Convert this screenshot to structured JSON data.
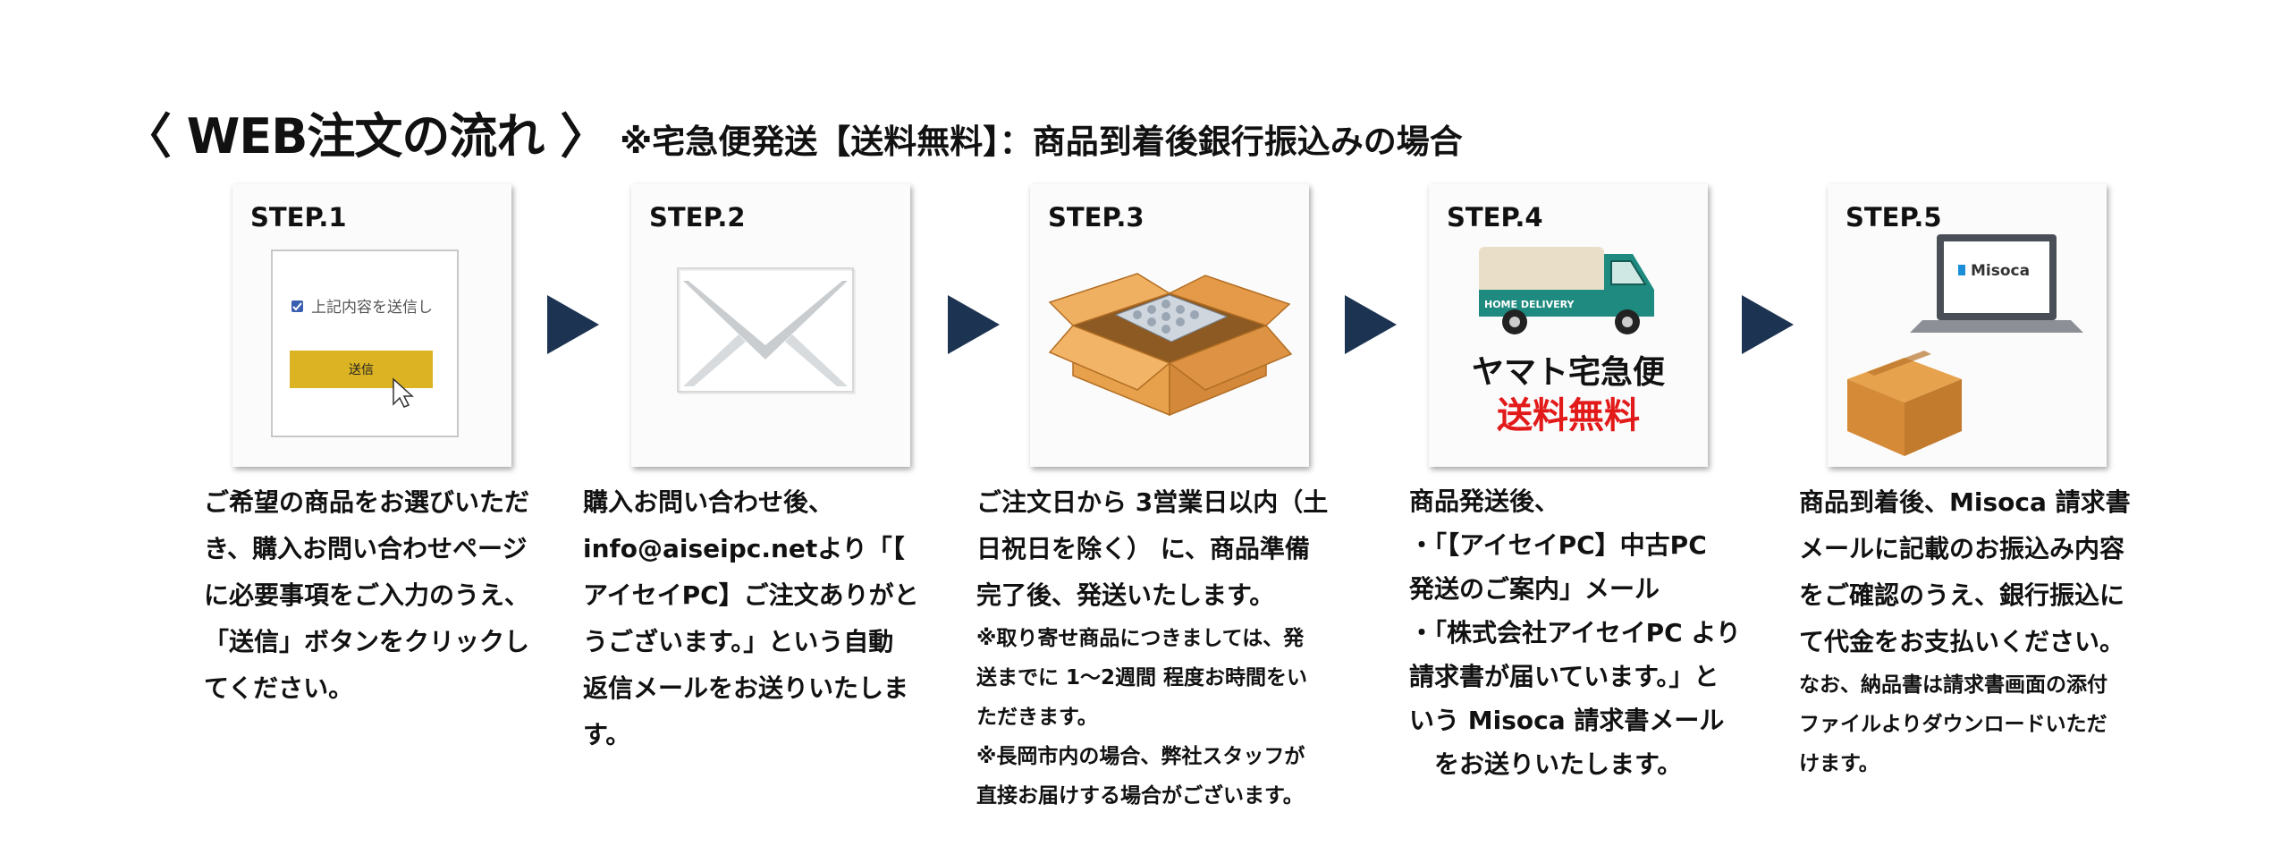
{
  "title": {
    "main": "〈 WEB注文の流れ 〉",
    "sub": "※宅急便発送【送料無料】：商品到着後銀行振込みの場合"
  },
  "colors": {
    "arrow": "#1c3352",
    "accent_red": "#e21a1a",
    "gold": "#dcb322",
    "teal": "#1f8a7f"
  },
  "steps": [
    {
      "label": "STEP.1",
      "illus_icon": "form-submit-icon",
      "illus": {
        "checkbox_text": "上記内容を送信し",
        "button_text": "送信"
      },
      "desc": [
        "ご希望の商品をお選びいただ",
        "き、購入お問い合わせページ",
        "に必要事項をご入力のうえ、",
        "「送信」ボタンをクリックし",
        "てください。"
      ]
    },
    {
      "label": "STEP.2",
      "illus_icon": "envelope-icon",
      "desc": [
        "購入お問い合わせ後、",
        "info@aiseipc.netより「【",
        "アイセイPC】ご注文ありがと",
        "うございます。」という自動",
        "返信メールをお送りいたしま",
        "す。"
      ]
    },
    {
      "label": "STEP.3",
      "illus_icon": "open-box-icon",
      "desc": [
        "ご注文日から 3営業日以内（土",
        "日祝日を除く） に、商品準備",
        "完了後、発送いたします。"
      ],
      "notes": [
        "※取り寄せ商品につきましては、発",
        "送までに 1〜2週間 程度お時間をい",
        "ただきます。",
        "※長岡市内の場合、弊社スタッフが",
        "直接お届けする場合がございます。"
      ]
    },
    {
      "label": "STEP.4",
      "illus_icon": "delivery-truck-icon",
      "illus": {
        "truck_text": "HOME DELIVERY",
        "line1": "ヤマト宅急便",
        "line2": "送料無料"
      },
      "desc": [
        "商品発送後、",
        "・「【アイセイPC】中古PC",
        "発送のご案内」メール",
        "・「株式会社アイセイPC より",
        "請求書が届いています。」と",
        "いう Misoca 請求書メール",
        "　をお送りいたします。"
      ]
    },
    {
      "label": "STEP.5",
      "illus_icon": "laptop-box-icon",
      "illus": {
        "screen_text": "Misoca"
      },
      "desc": [
        "商品到着後、Misoca 請求書",
        "メールに記載のお振込み内容",
        "をご確認のうえ、銀行振込に",
        "て代金をお支払いください。"
      ],
      "notes": [
        "なお、納品書は請求書画面の添付",
        "ファイルよりダウンロードいただ",
        "けます。"
      ]
    }
  ]
}
